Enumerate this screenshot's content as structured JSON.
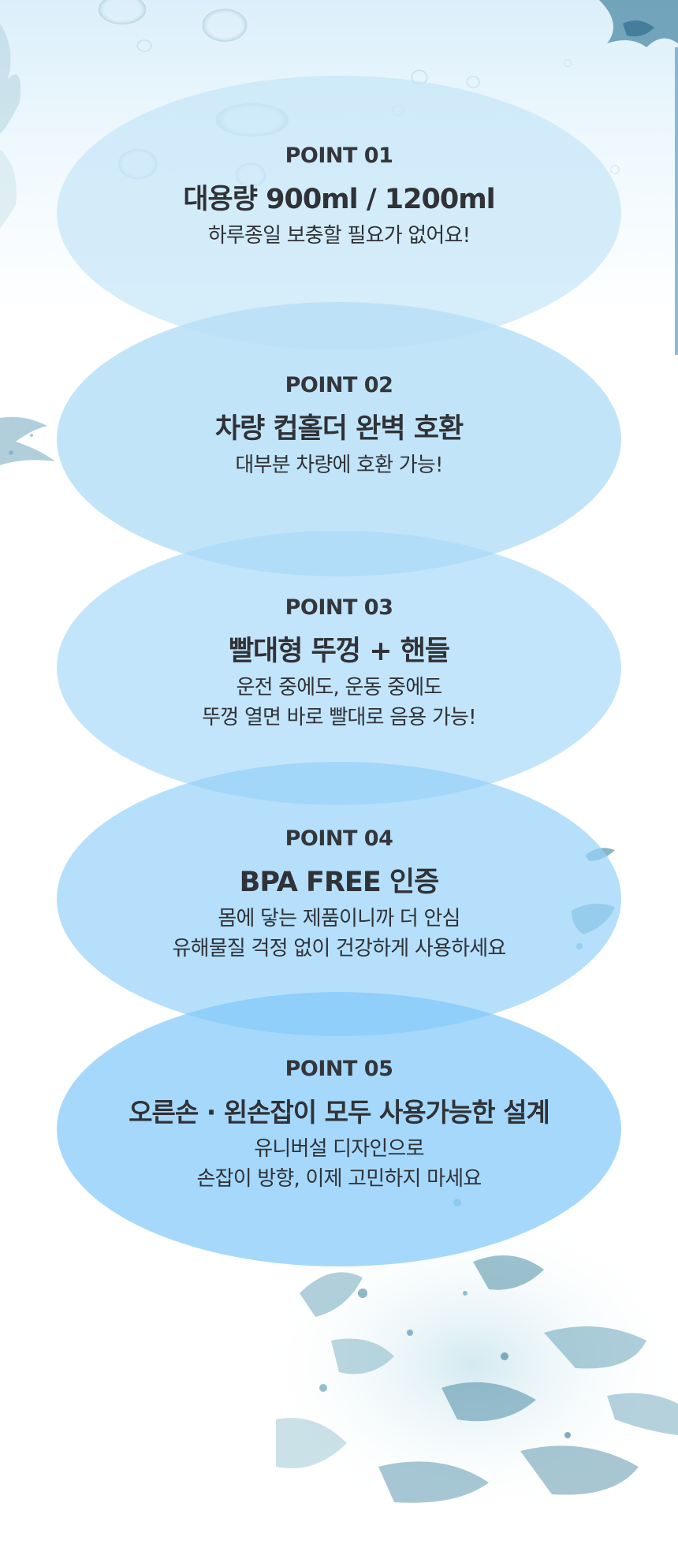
{
  "points": [
    {
      "label": "POINT 01",
      "title": "대용량 900ml  / 1200ml",
      "desc": [
        "하루종일 보충할 필요가 없어요!"
      ]
    },
    {
      "label": "POINT 02",
      "title": "차량 컵홀더 완벽 호환",
      "desc": [
        "대부분 차량에 호환 가능!"
      ]
    },
    {
      "label": "POINT 03",
      "title": "빨대형 뚜껑 + 핸들",
      "desc": [
        "운전 중에도, 운동 중에도",
        "뚜껑 열면 바로 빨대로 음용 가능!"
      ]
    },
    {
      "label": "POINT 04",
      "title": "BPA FREE 인증",
      "desc": [
        "몸에 닿는 제품이니까 더 안심",
        "유해물질 걱정 없이 건강하게 사용하세요"
      ]
    },
    {
      "label": "POINT 05",
      "title": "오른손 · 왼손잡이 모두 사용가능한 설계",
      "desc": [
        "유니버설 디자인으로",
        "손잡이 방향, 이제 고민하지 마세요"
      ]
    }
  ],
  "colors": {
    "text": "#33363b",
    "ellipse_1": "#c4e5f8",
    "ellipse_2": "#bae0f7",
    "ellipse_3": "#aadafa",
    "ellipse_4": "#96d2fa",
    "ellipse_5": "#80c7fa",
    "water": "#7fb8cc"
  },
  "decorations": [
    "water-bubbles-image",
    "water-splash-image"
  ]
}
